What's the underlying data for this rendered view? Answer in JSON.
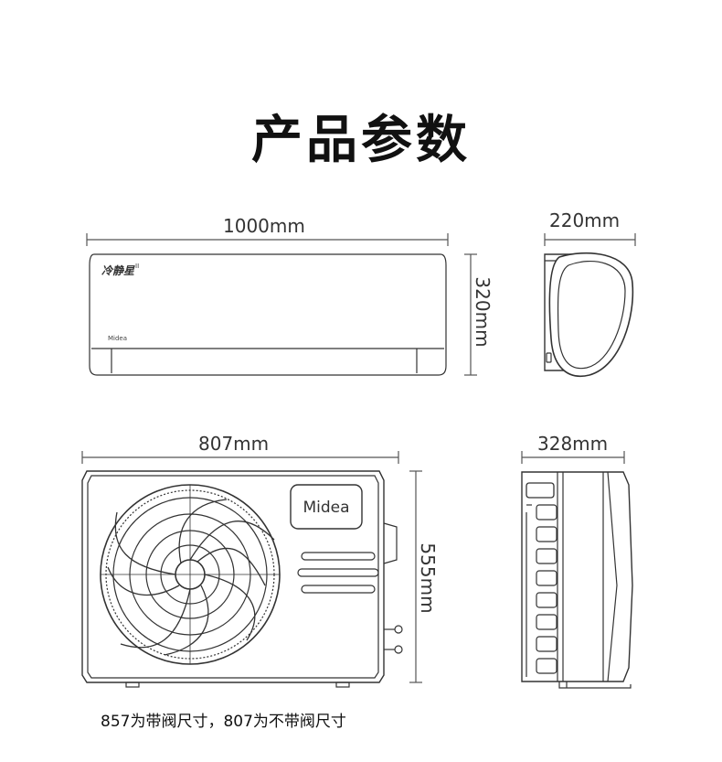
{
  "title": "产品参数",
  "indoor": {
    "width_label": "1000mm",
    "height_label": "320mm",
    "depth_label": "220mm",
    "series_logo": "冷静星",
    "series_suffix": "II",
    "brand_small": "Midea"
  },
  "outdoor": {
    "width_label": "807mm",
    "height_label": "555mm",
    "depth_label": "328mm",
    "brand": "Midea"
  },
  "note": "857为带阀尺寸，807为不带阀尺寸",
  "colors": {
    "line": "#333333",
    "dim_line": "#555555",
    "text": "#222222"
  }
}
